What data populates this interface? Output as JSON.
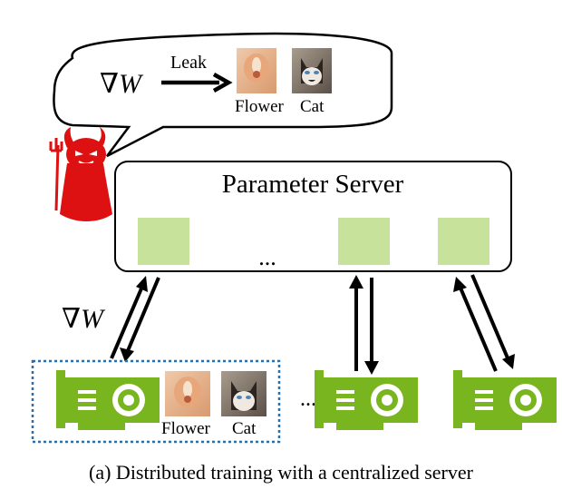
{
  "bubble": {
    "gradient_symbol": "∇W",
    "leak_label": "Leak",
    "image_labels": [
      "Flower",
      "Cat"
    ]
  },
  "server": {
    "title": "Parameter Server",
    "ellipsis": "...",
    "block_color": "#c6e29b"
  },
  "worker_area": {
    "gradient_symbol": "∇W",
    "image_labels": [
      "Flower",
      "Cat"
    ],
    "ellipsis": "...",
    "gpu_color": "#78b51e",
    "dashed_border_color": "#2b6fa6"
  },
  "attacker": {
    "icon": "devil-icon",
    "color": "#dd1111"
  },
  "caption": "(a) Distributed training with a centralized server"
}
